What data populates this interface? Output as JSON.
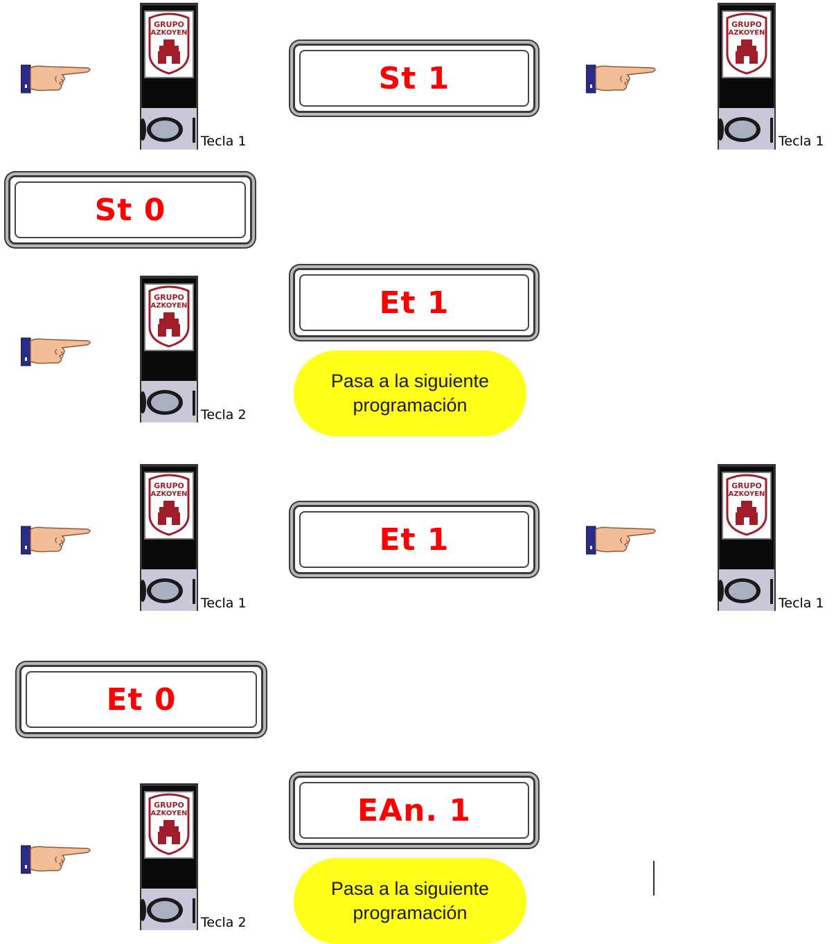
{
  "key1_label": "Tecla 1",
  "key2_label": "Tecla 2",
  "note_text": "Pasa a la siguiente programación",
  "logo": {
    "line1": "GRUPO",
    "line2": "AZKOYEN"
  },
  "displays": {
    "d1": "St 1",
    "d2": "St 0",
    "d3": "Et 1",
    "d4": "Et 1",
    "d5": "Et 0",
    "d6": "EAn. 1"
  },
  "colors": {
    "display_text": "#ff0000",
    "note_bg": "#ffff1a",
    "logo": "#a01e2a"
  }
}
